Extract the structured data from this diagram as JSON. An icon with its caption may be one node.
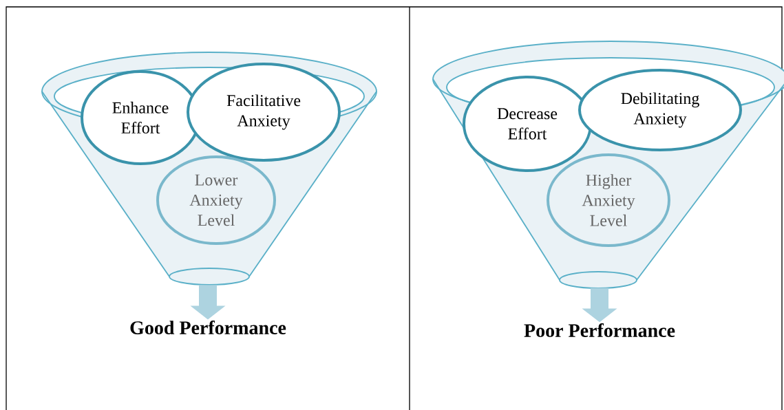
{
  "diagram": {
    "nodes": [
      {
        "text": [],
        "shape": "funnel"
      },
      {
        "text": [
          "Enhance Effort"
        ],
        "in": 0
      },
      {
        "text": [
          "Facilitative Anxiety"
        ],
        "in": 0
      },
      {
        "text": [
          "Lower Anxiety Level"
        ],
        "in": 0
      },
      {
        "text": [
          "Good Performance"
        ]
      },
      {
        "text": [],
        "shape": "funnel"
      },
      {
        "text": [
          "Decrease Effort"
        ],
        "in": 5
      },
      {
        "text": [
          "Debilitating Anxiety"
        ],
        "in": 5
      },
      {
        "text": [
          "Higher Anxiety Level"
        ],
        "in": 5
      },
      {
        "text": [
          "Poor Performance"
        ]
      }
    ],
    "edges": [
      {
        "from": 0,
        "to": 4,
        "arrow": "to"
      },
      {
        "from": 5,
        "to": 9,
        "arrow": "to"
      }
    ]
  }
}
